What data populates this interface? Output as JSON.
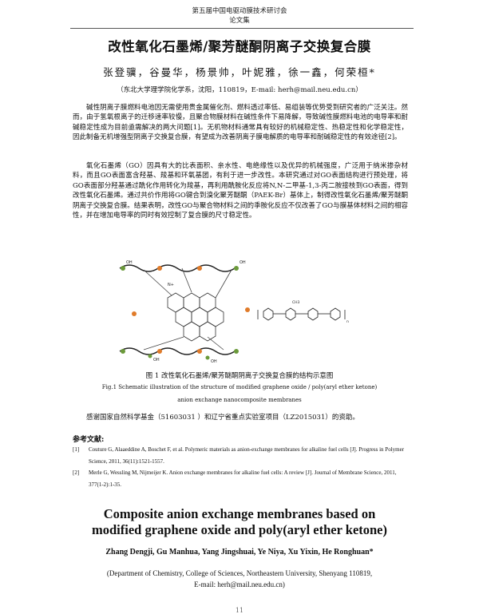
{
  "header": {
    "line1": "第五届中国电驱动膜技术研讨会",
    "line2": "论文集"
  },
  "cn": {
    "title": "改性氧化石墨烯/聚芳醚酮阴离子交换复合膜",
    "authors": "张登骥，谷曼华，杨景帅，叶妮雅，徐一鑫，何荣桓*",
    "affiliation": "（东北大学理学院化学系，沈阳，110819，E-mail: herh@mail.neu.edu.cn）",
    "para1": "碱性阴离子膜燃料电池因无需使用贵金属催化剂、燃料透过率低、易组装等优势受到研究者的广泛关注。然而，由于氢氧根离子的迁移速率较慢，且聚合物膜材料在碱性条件下易降解，导致碱性膜燃料电池的电导率和耐碱稳定性成为目前亟需解决的两大问题[1]。无机物材料通常具有较好的机械稳定性、热稳定性和化学稳定性，因此制备无机增强型阴离子交换复合膜，有望成为改善阴离子膜电解质的电导率和耐碱稳定性的有效途径[2]。",
    "para2": "氧化石墨烯（GO）因具有大的比表面积、亲水性、电绝缘性以及优异的机械强度，广泛用于纳米掺杂材料，而且GO表面富含羟基、羧基和环氧基团，有利于进一步改性。本研究通过对GO表面结构进行预处理，将GO表面部分羟基通过酰化作用转化为羧基，再利用酰胺化反应将N,N-二甲基-1,3-丙二胺接枝到GO表面，得到改性氧化石墨烯。通过共价作用将GO键合到溴化聚芳醚酮（PAEK-Br）基体上，制得改性氧化石墨烯/聚芳醚酮阴离子交换复合膜。结果表明，改性GO与聚合物材料之间的季胺化反应不仅改善了GO与膜基体材料之间的相容性，并在增加电导率的同时有效控制了复合膜的尺寸稳定性。"
  },
  "figure": {
    "caption_cn": "图 1  改性氧化石墨烯/聚芳醚酮阴离子交换复合膜的结构示意图",
    "caption_en_line1": "Fig.1 Schematic illustration of the structure of modified graphene oxide / poly(aryl ether ketone)",
    "caption_en_line2": "anion exchange nanocomposite membranes",
    "oh_label": "OH",
    "nplus_label": "N+",
    "ch3_label": "CH3",
    "n_label": "n"
  },
  "ack": "感谢国家自然科学基金（51603031 ）和辽宁省重点实验室项目（LZ2015031）的资助。",
  "refs": {
    "heading": "参考文献:",
    "items": [
      {
        "num": "[1]",
        "text": "Couture G, Alaaeddine A, Boschet F, et al. Polymeric materials as anion-exchange membranes for alkaline fuel cells [J]. Progress in Polymer Science, 2011, 36(11):1521-1557."
      },
      {
        "num": "[2]",
        "text": "Merle G, Wessling M, Nijmeijer K. Anion exchange membranes for alkaline fuel cells: A review [J]. Journal of Membrane Science, 2011, 377(1-2):1-35."
      }
    ]
  },
  "en": {
    "title_line1": "Composite anion exchange membranes based on",
    "title_line2": "modified graphene oxide and poly(aryl ether ketone)",
    "authors": "Zhang Dengji, Gu Manhua, Yang Jingshuai, Ye Niya, Xu Yixin, He Ronghuan*",
    "affiliation_line1": "(Department of Chemistry, College of Sciences, Northeastern University, Shenyang 110819,",
    "affiliation_line2": "E-mail: herh@mail.neu.edu.cn)"
  },
  "page_number": "11"
}
